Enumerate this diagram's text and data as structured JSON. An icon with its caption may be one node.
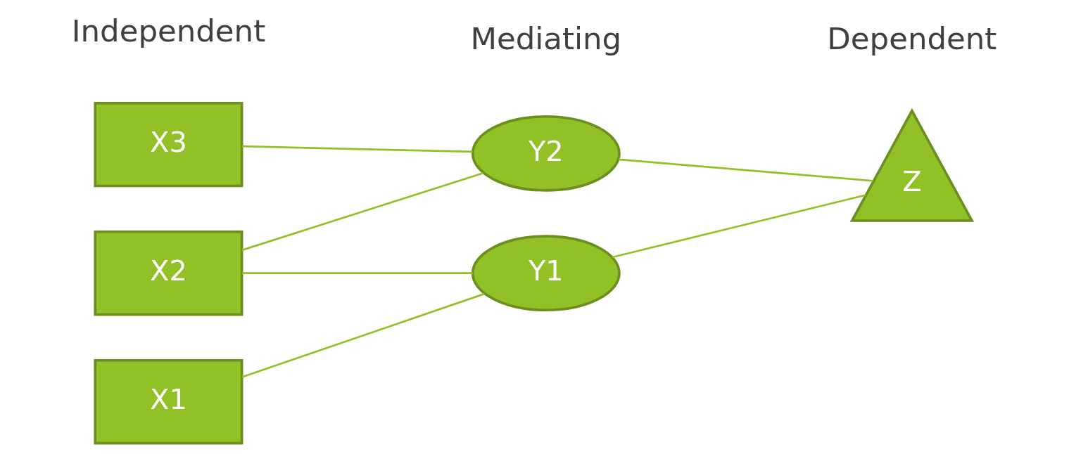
{
  "diagram": {
    "nodes": [
      {
        "text": [
          "X1"
        ]
      },
      {
        "text": [
          "X2"
        ]
      },
      {
        "text": [
          "X3"
        ]
      },
      {
        "text": [
          "Y1"
        ]
      },
      {
        "text": [
          "Y2"
        ]
      },
      {
        "text": [
          "Z"
        ]
      }
    ],
    "edges": [
      {
        "from": 0,
        "to": 3,
        "arrow": "none"
      },
      {
        "from": 1,
        "to": 3,
        "arrow": "none"
      },
      {
        "from": 1,
        "to": 4,
        "arrow": "none"
      },
      {
        "from": 2,
        "to": 4,
        "arrow": "none"
      },
      {
        "from": 3,
        "to": 5,
        "arrow": "none"
      },
      {
        "from": 4,
        "to": 5,
        "arrow": "none"
      }
    ],
    "labels": [
      "Independent",
      "Mediating",
      "Dependent"
    ]
  }
}
